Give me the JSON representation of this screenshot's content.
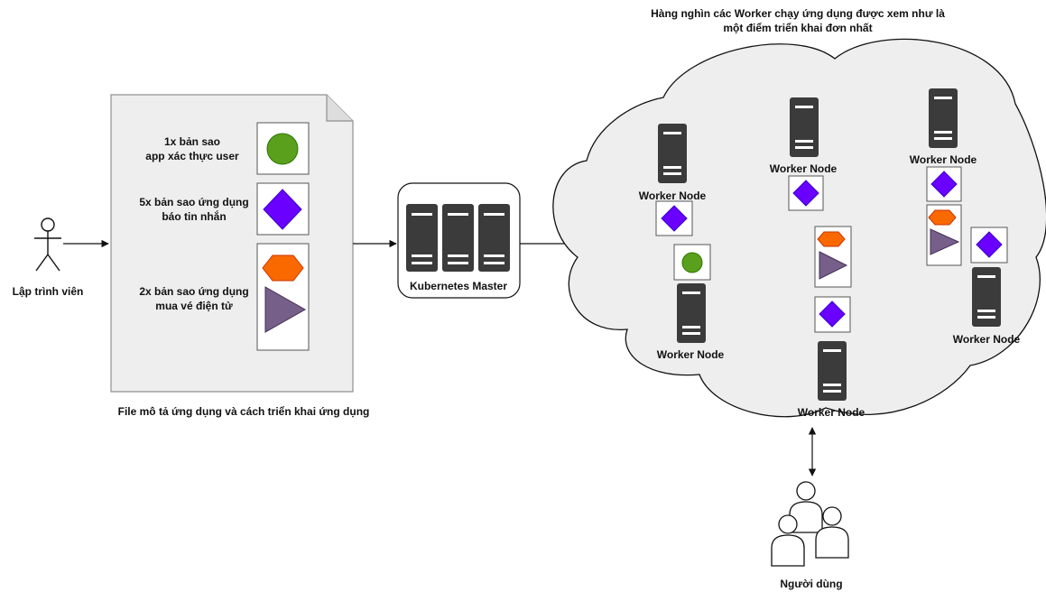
{
  "developer": {
    "label": "Lập trình viên"
  },
  "spec_file": {
    "caption": "File mô tả ứng dụng và cách triển khai ứng dụng",
    "apps": [
      {
        "count_line": "1x bản sao",
        "name_line": "app xác thực user",
        "icon": "green-circle"
      },
      {
        "count_line": "5x bản sao ứng dụng",
        "name_line": "báo tin nhắn",
        "icon": "purple-diamond"
      },
      {
        "count_line": "2x bản sao ứng dụng",
        "name_line": "mua vé điện tử",
        "icon": "orange-hexagon + purple-triangle"
      }
    ]
  },
  "master": {
    "label": "Kubernetes Master"
  },
  "cluster": {
    "title_line1": "Hàng nghìn các Worker chạy ứng dụng được xem như là",
    "title_line2": "một điểm triển khai đơn nhất",
    "node_label": "Worker Node"
  },
  "users": {
    "label": "Người dùng"
  },
  "colors": {
    "green": "#5aa01c",
    "purple": "#6a00ff",
    "orange": "#fa6800",
    "triangle": "#76608a",
    "server": "#3b3b3b",
    "cloud_fill": "#eeeeee",
    "paper_fill": "#eeeeee"
  }
}
